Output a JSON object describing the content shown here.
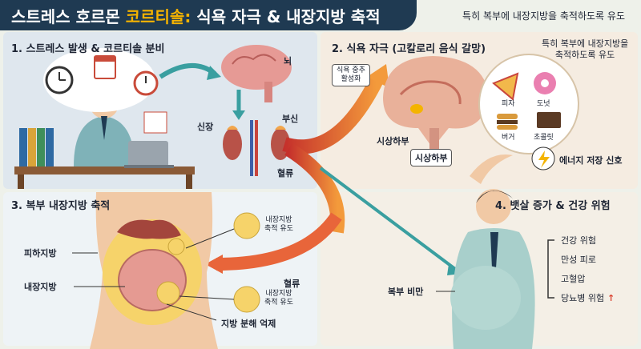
{
  "title": {
    "prefix": "스트레스 호르몬 ",
    "highlight": "코르티솔:",
    "suffix": " 식욕 자극 & 내장지방 축적"
  },
  "subtitle": "특히 복부에 내장지방을 축적하도록 유도",
  "panel1": {
    "heading": "1. 스트레스 발생 & 코르티솔 분비",
    "brain": "뇌",
    "kidney": "신장",
    "adrenal": "부신",
    "blood": "혈류"
  },
  "panel2": {
    "heading": "2. 식욕 자극 (고칼로리 음식 갈망)",
    "note_line1": "특히 복부에 내장지방을",
    "note_line2": "축적하도록 유도",
    "center_line1": "식욕 중추",
    "center_line2": "활성화",
    "hypothalamus": "시상하부",
    "hypothalamus2": "시상하부",
    "energy": "에너지 저장 신호",
    "foods": [
      "피자",
      "도넛",
      "버거",
      "초콜릿"
    ]
  },
  "panel3": {
    "heading": "3. 복부 내장지방 축적",
    "subcutaneous": "피하지방",
    "visceral": "내장지방",
    "induce1_line1": "내장지방",
    "induce1_line2": "축적 유도",
    "induce2_line1": "내장지방",
    "induce2_line2": "축적 유도",
    "blood": "혈류",
    "suppress": "지방 분해 억제"
  },
  "panel4": {
    "heading": "4. 뱃살 증가 & 건강 위험",
    "belly": "복부 비만",
    "risks": [
      "건강 위험",
      "만성 피로",
      "고혈압",
      "당뇨병 위험"
    ]
  },
  "colors": {
    "title_bg": "#1f3a52",
    "highlight": "#f5b300",
    "arrow": "#e8653a",
    "teal": "#3a9fa0"
  },
  "icons": [
    "clock-icon",
    "calendar-icon",
    "alarm-clock-icon",
    "brain-icon",
    "kidney-icon",
    "pizza-icon",
    "donut-icon",
    "burger-icon",
    "chocolate-icon",
    "lightning-icon",
    "fat-cell-icon"
  ]
}
